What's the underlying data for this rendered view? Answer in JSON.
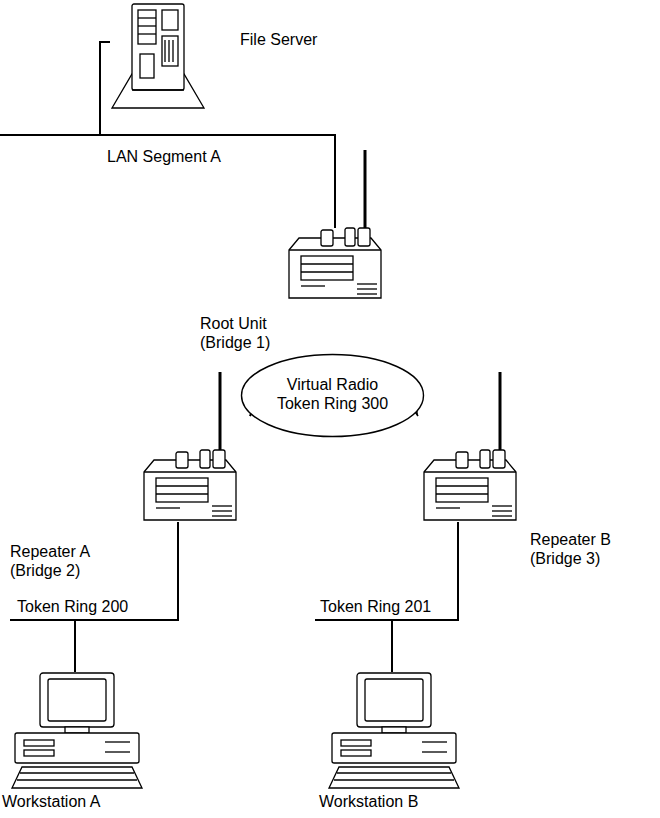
{
  "diagram": {
    "nodes": [
      {
        "text": [
          "File Server"
        ]
      },
      {
        "text": [
          "Root Unit (Bridge 1)"
        ]
      },
      {
        "text": [
          "Virtual Radio Token Ring 300"
        ]
      },
      {
        "text": [
          "Repeater A (Bridge 2)"
        ]
      },
      {
        "text": [
          "Repeater B (Bridge 3)"
        ]
      },
      {
        "text": [
          "Workstation A"
        ]
      },
      {
        "text": [
          "Workstation B"
        ]
      }
    ],
    "edges": [
      {
        "from": 0,
        "to": 1,
        "arrow": "none",
        "label": "LAN Segment A"
      },
      {
        "from": 3,
        "to": 5,
        "arrow": "none",
        "label": "Token Ring 200"
      },
      {
        "from": 4,
        "to": 6,
        "arrow": "none",
        "label": "Token Ring 201"
      }
    ]
  }
}
